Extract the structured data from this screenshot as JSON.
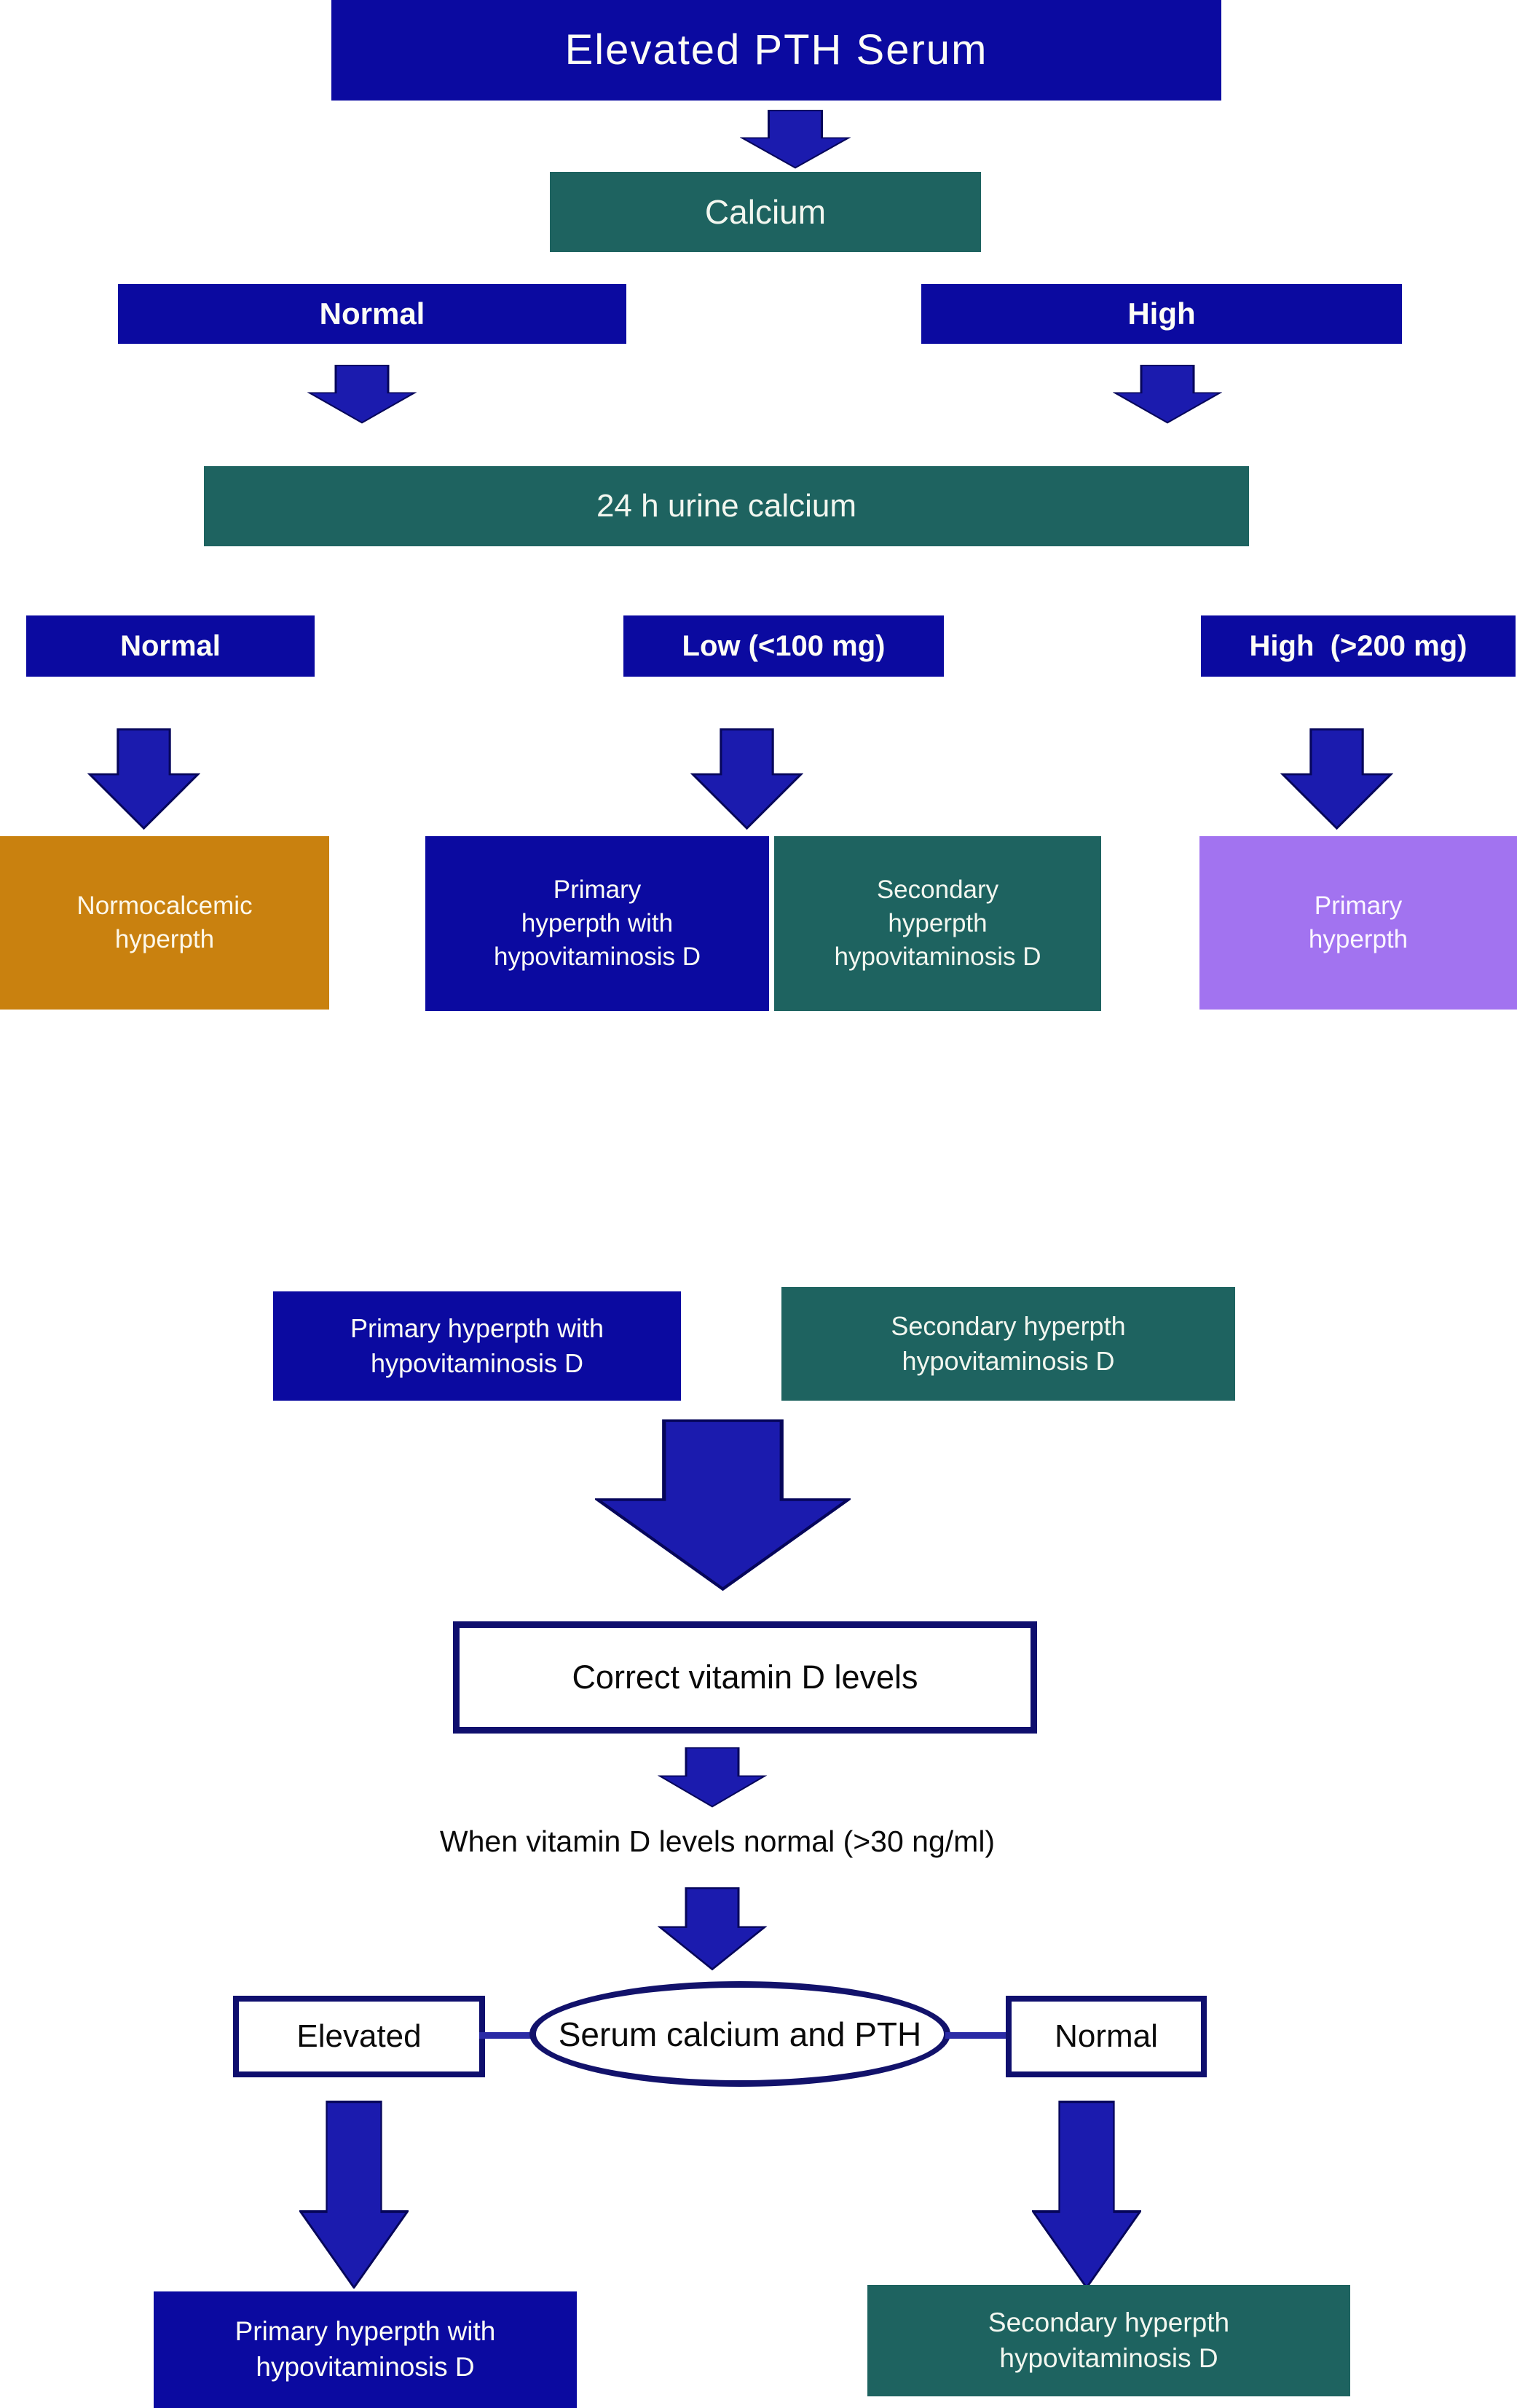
{
  "colors": {
    "navy_box": "#0b0aa0",
    "teal_box": "#1e6360",
    "orange_box": "#c9810f",
    "purple_box": "#a273f0",
    "arrow_fill": "#1b1bae",
    "arrow_border": "#06065a",
    "outline_border": "#0f0f6e",
    "connector_line": "#2b2ba6",
    "text_on_dark": "#fdfdf6",
    "text_dark": "#0a0a0a",
    "background": "#ffffff"
  },
  "nodes": {
    "title": "Elevated PTH Serum",
    "calcium": "Calcium",
    "calcium_normal": "Normal",
    "calcium_high": "High",
    "urine": "24 h urine calcium",
    "urine_normal": "Normal",
    "urine_low": "Low (<100 mg)",
    "urine_high": "High  (>200 mg)",
    "outcome_normocalcemic": "Normocalcemic\nhyperpth",
    "outcome_primary_hypo": "Primary\nhyperpth with\nhypovitaminosis D",
    "outcome_secondary_hypo": "Secondary\nhyperpth\nhypovitaminosis D",
    "outcome_primary": "Primary\nhyperpth",
    "track_primary_hypo": "Primary hyperpth with\nhypovitaminosis D",
    "track_secondary_hypo": "Secondary hyperpth\nhypovitaminosis D",
    "correct_vitamin_d": "Correct vitamin D levels",
    "when_normal": "When vitamin D levels normal (>30 ng/ml)",
    "retest_elevated": "Elevated",
    "retest_center": "Serum calcium and PTH",
    "retest_normal": "Normal",
    "final_primary_hypo": "Primary hyperpth with\nhypovitaminosis D",
    "final_secondary_hypo": "Secondary hyperpth\nhypovitaminosis D"
  }
}
